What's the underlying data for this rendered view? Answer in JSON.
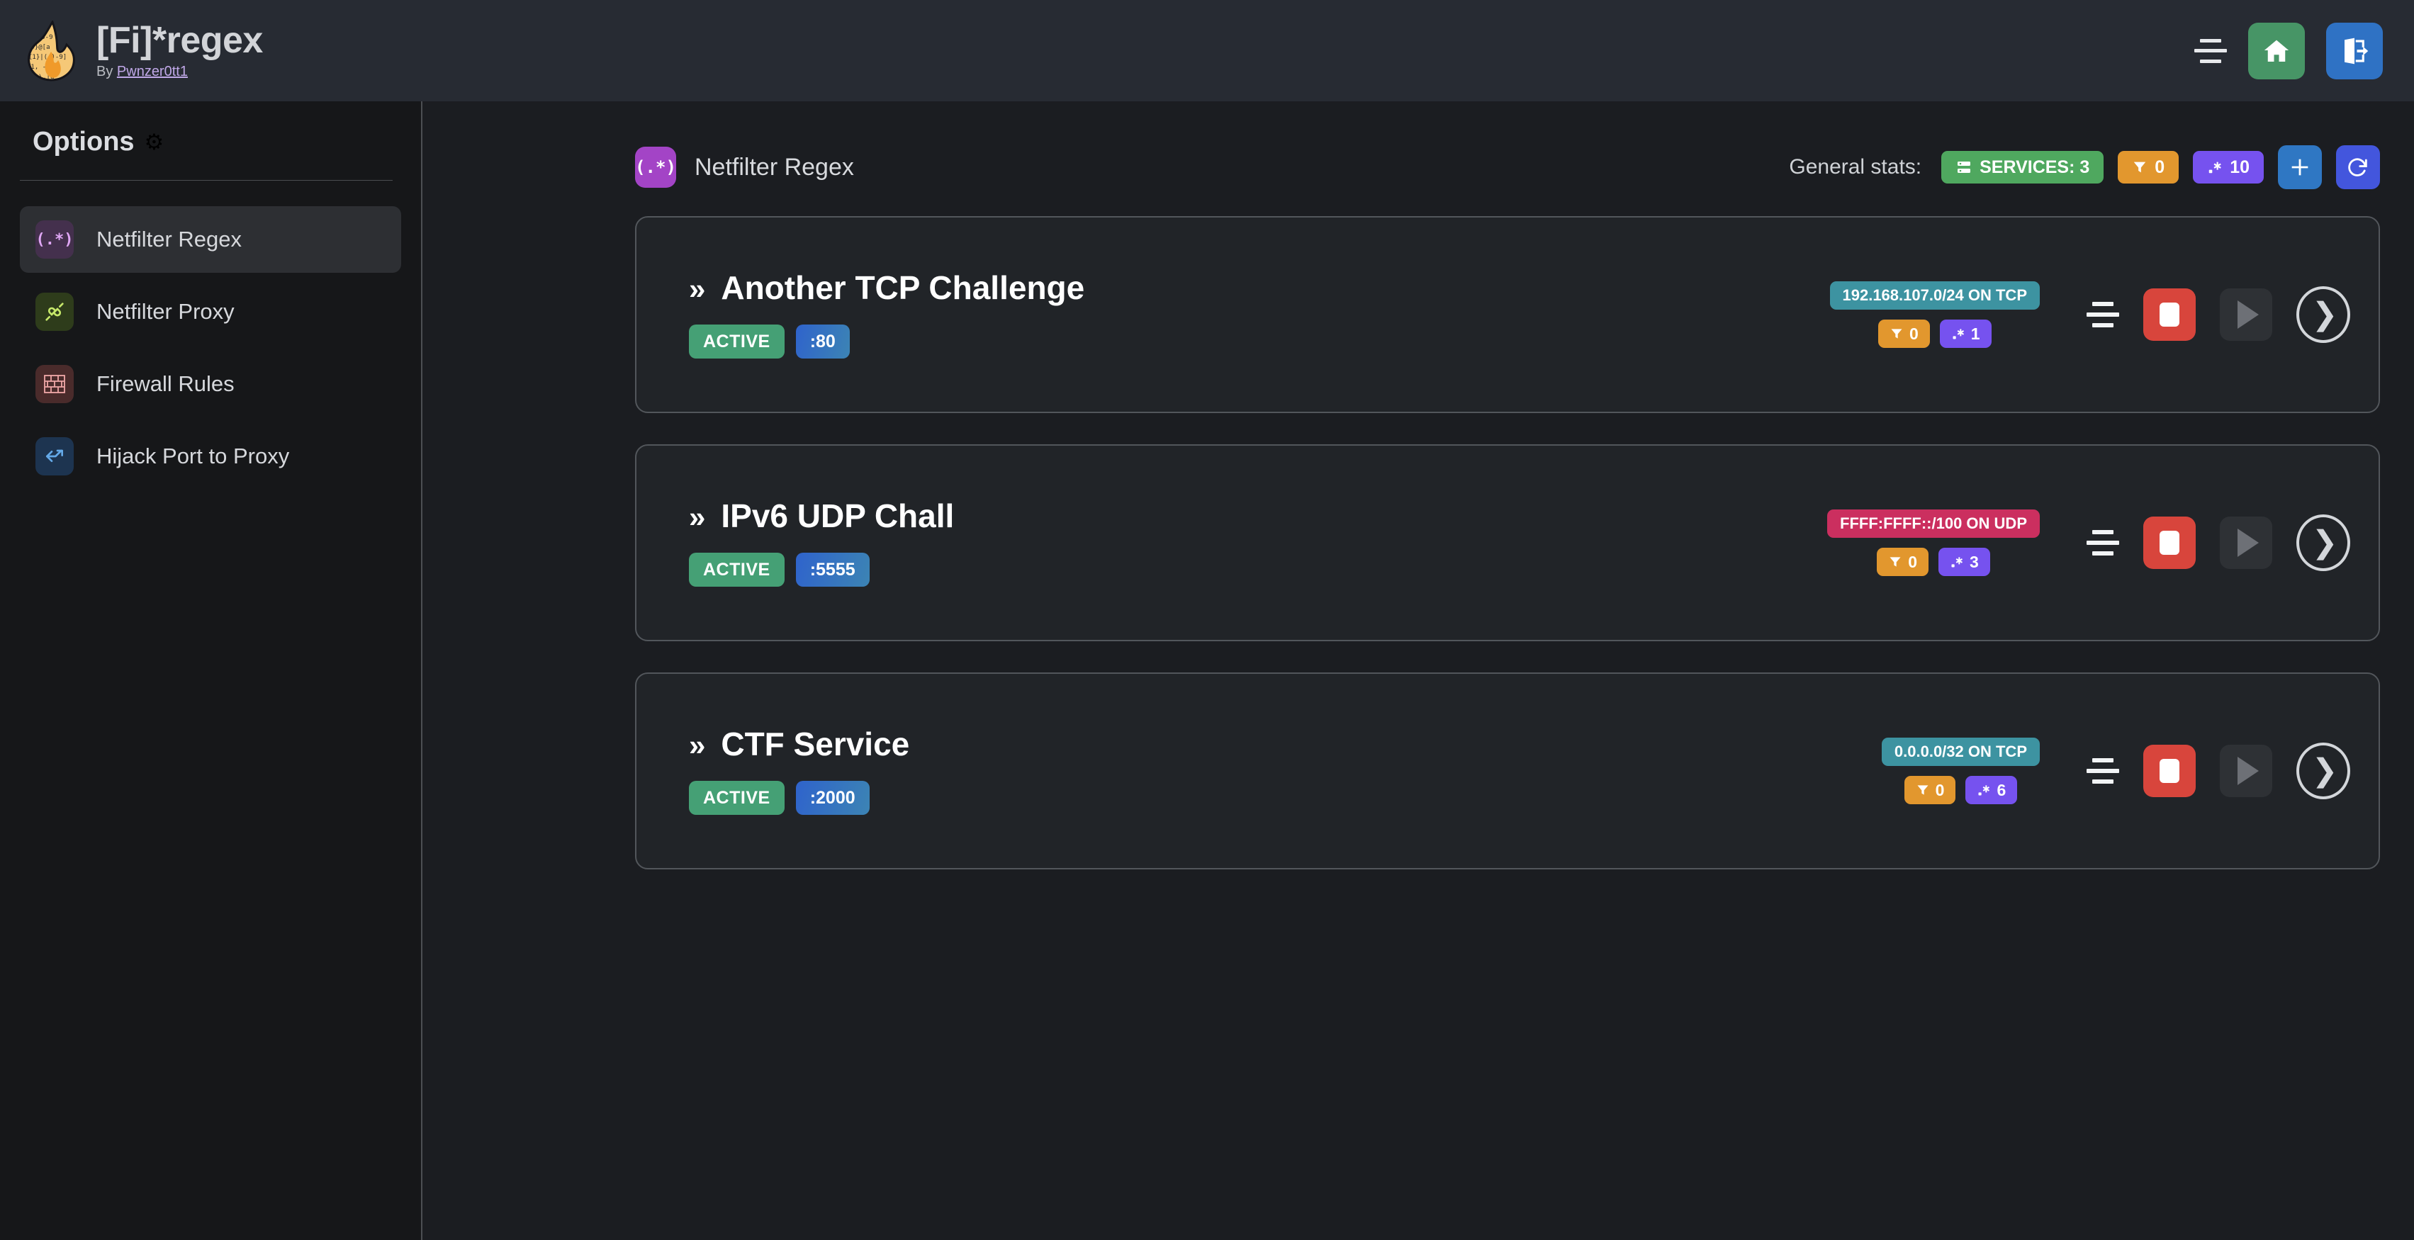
{
  "header": {
    "logo_icon": "flame-regex-logo",
    "title": "[Fi]*regex",
    "by_prefix": "By ",
    "author": "Pwnzer0tt1",
    "menu_icon": "hamburger-icon",
    "home_icon": "home-icon",
    "logout_icon": "logout-icon"
  },
  "sidebar": {
    "title": "Options",
    "gear_icon": "⚙",
    "items": [
      {
        "label": "Netfilter Regex",
        "icon": "regex-icon",
        "glyph": "(.*)",
        "active": true
      },
      {
        "label": "Netfilter Proxy",
        "icon": "plug-icon",
        "glyph": "",
        "active": false
      },
      {
        "label": "Firewall Rules",
        "icon": "brick-wall-icon",
        "glyph": "",
        "active": false
      },
      {
        "label": "Hijack Port to Proxy",
        "icon": "route-fork-icon",
        "glyph": "",
        "active": false
      }
    ]
  },
  "main": {
    "page_icon": "regex-icon",
    "page_icon_glyph": "(.*)",
    "page_title": "Netfilter Regex",
    "stats_label": "General stats:",
    "stats": {
      "services_icon": "server-icon",
      "services_label": "SERVICES: 3",
      "filters_icon": "filter-icon",
      "filters_value": "0",
      "regexes_icon": "regex-small-icon",
      "regexes_value": "10"
    },
    "add_icon": "plus-icon",
    "refresh_icon": "refresh-icon"
  },
  "services": [
    {
      "chevron": "»",
      "name": "Another TCP Challenge",
      "status": "ACTIVE",
      "port": ":80",
      "network": "192.168.107.0/24 ON TCP",
      "network_proto": "tcp",
      "filters_icon": "filter-icon",
      "filters_value": "0",
      "regexes_icon": "regex-small-icon",
      "regexes_value": "1",
      "list_icon": "list-icon",
      "stop_icon": "stop-icon",
      "play_icon": "play-icon",
      "go_icon": "chevron-right-icon"
    },
    {
      "chevron": "»",
      "name": "IPv6 UDP Chall",
      "status": "ACTIVE",
      "port": ":5555",
      "network": "FFFF:FFFF::/100 ON UDP",
      "network_proto": "udp",
      "filters_icon": "filter-icon",
      "filters_value": "0",
      "regexes_icon": "regex-small-icon",
      "regexes_value": "3",
      "list_icon": "list-icon",
      "stop_icon": "stop-icon",
      "play_icon": "play-icon",
      "go_icon": "chevron-right-icon"
    },
    {
      "chevron": "»",
      "name": "CTF Service",
      "status": "ACTIVE",
      "port": ":2000",
      "network": "0.0.0.0/32 ON TCP",
      "network_proto": "tcp",
      "filters_icon": "filter-icon",
      "filters_value": "0",
      "regexes_icon": "regex-small-icon",
      "regexes_value": "6",
      "list_icon": "list-icon",
      "stop_icon": "stop-icon",
      "play_icon": "play-icon",
      "go_icon": "chevron-right-icon"
    }
  ],
  "colors": {
    "topbar_bg": "#272b33",
    "sidebar_bg": "#161719",
    "main_bg": "#1b1d21",
    "card_bg": "#212428",
    "card_border": "#52565b",
    "green": "#4fa85f",
    "active_green": "#45a075",
    "orange": "#e2972e",
    "purple": "#7652ef",
    "blue": "#2f77c3",
    "refresh_blue": "#4356dd",
    "red": "#d8453c",
    "teal": "#3d93a1",
    "pink": "#cb2f5f",
    "regex_icon_bg": "#a344c6"
  }
}
